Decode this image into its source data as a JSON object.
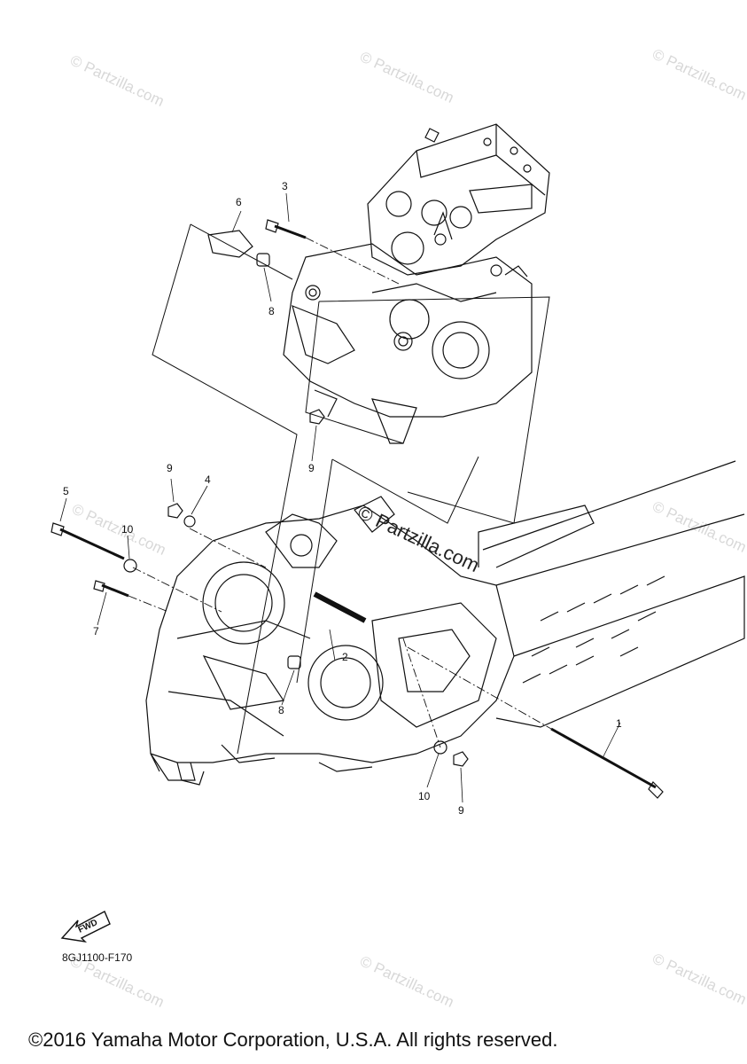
{
  "diagram": {
    "callouts": [
      "1",
      "2",
      "3",
      "4",
      "5",
      "6",
      "7",
      "8",
      "8",
      "9",
      "9",
      "9",
      "10",
      "10"
    ],
    "fwd_label": "FWD",
    "part_code": "8GJ1100-F170"
  },
  "watermarks": {
    "small": "© Partzilla.com",
    "center": "© Partzilla.com"
  },
  "footer": {
    "copyright": "©2016 Yamaha Motor Corporation, U.S.A. All rights reserved."
  }
}
